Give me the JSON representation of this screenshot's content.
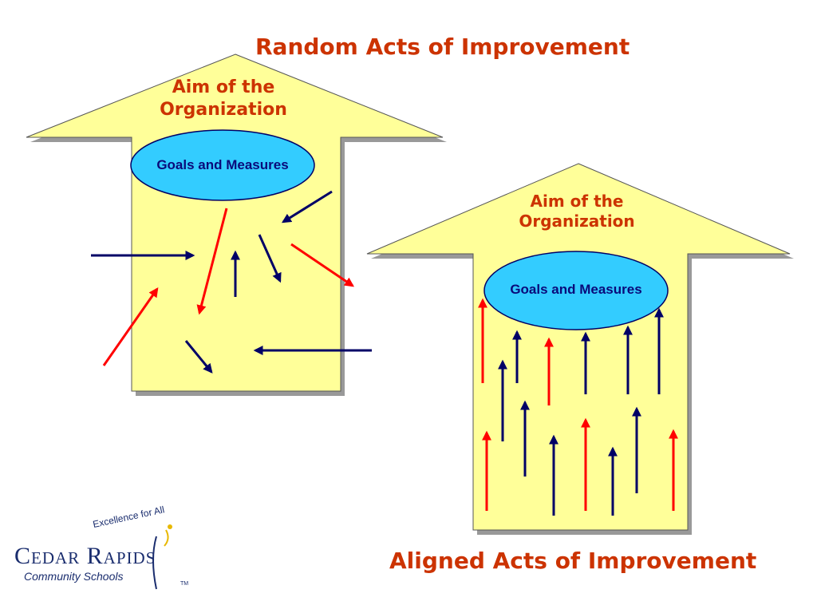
{
  "titles": {
    "top": "Random Acts of Improvement",
    "bottom": "Aligned Acts of Improvement"
  },
  "left_arrow": {
    "aim_line1": "Aim of the",
    "aim_line2": "Organization",
    "goals": "Goals and Measures"
  },
  "right_arrow": {
    "aim_line1": "Aim of the",
    "aim_line2": "Organization",
    "goals": "Goals and Measures"
  },
  "logo": {
    "tagline": "Excellence for All",
    "name": "Cedar Rapids",
    "subtitle": "Community Schools",
    "trademark": "TM"
  },
  "colors": {
    "arrow_fill": "#ffff99",
    "ellipse_fill": "#33ccff",
    "red_arrow": "#ff0000",
    "navy_arrow": "#000066",
    "title": "#cc3300"
  }
}
